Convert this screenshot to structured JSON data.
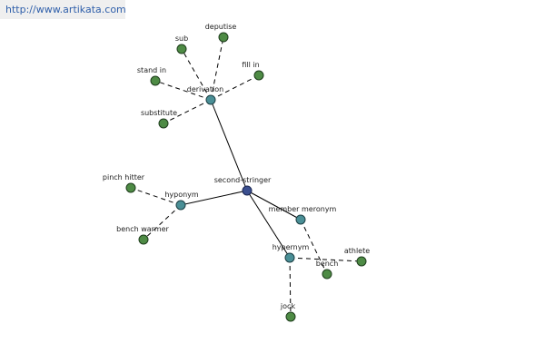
{
  "banner": {
    "url": "http://www.artikata.com"
  },
  "colors": {
    "leaf": "#4e8b45",
    "relation": "#4a8f96",
    "root": "#3b4f8f",
    "edge": "#000000",
    "banner_bg": "#efefef",
    "banner_text": "#2f5faa"
  },
  "graph": {
    "nodes": [
      {
        "id": "second_stringer",
        "label": "second-stringer",
        "kind": "root"
      },
      {
        "id": "derivation",
        "label": "derivation",
        "kind": "relation"
      },
      {
        "id": "hyponym",
        "label": "hyponym",
        "kind": "relation"
      },
      {
        "id": "member_meronym",
        "label": "member meronym",
        "kind": "relation"
      },
      {
        "id": "hypernym",
        "label": "hypernym",
        "kind": "relation"
      },
      {
        "id": "sub",
        "label": "sub",
        "kind": "leaf"
      },
      {
        "id": "deputise",
        "label": "deputise",
        "kind": "leaf"
      },
      {
        "id": "stand_in",
        "label": "stand in",
        "kind": "leaf"
      },
      {
        "id": "fill_in",
        "label": "fill in",
        "kind": "leaf"
      },
      {
        "id": "substitute",
        "label": "substitute",
        "kind": "leaf"
      },
      {
        "id": "pinch_hitter",
        "label": "pinch hitter",
        "kind": "leaf"
      },
      {
        "id": "bench_warmer",
        "label": "bench warmer",
        "kind": "leaf"
      },
      {
        "id": "bench",
        "label": "bench",
        "kind": "leaf"
      },
      {
        "id": "athlete",
        "label": "athlete",
        "kind": "leaf"
      },
      {
        "id": "jock",
        "label": "jock",
        "kind": "leaf"
      }
    ],
    "edges": [
      {
        "from": "second_stringer",
        "to": "derivation",
        "style": "solid"
      },
      {
        "from": "second_stringer",
        "to": "hyponym",
        "style": "solid"
      },
      {
        "from": "second_stringer",
        "to": "member_meronym",
        "style": "solid"
      },
      {
        "from": "second_stringer",
        "to": "hypernym",
        "style": "solid"
      },
      {
        "from": "derivation",
        "to": "sub",
        "style": "dashed"
      },
      {
        "from": "derivation",
        "to": "deputise",
        "style": "dashed"
      },
      {
        "from": "derivation",
        "to": "stand_in",
        "style": "dashed"
      },
      {
        "from": "derivation",
        "to": "fill_in",
        "style": "dashed"
      },
      {
        "from": "derivation",
        "to": "substitute",
        "style": "dashed"
      },
      {
        "from": "hyponym",
        "to": "pinch_hitter",
        "style": "dashed"
      },
      {
        "from": "hyponym",
        "to": "bench_warmer",
        "style": "dashed"
      },
      {
        "from": "member_meronym",
        "to": "bench",
        "style": "dashed"
      },
      {
        "from": "hypernym",
        "to": "athlete",
        "style": "dashed"
      },
      {
        "from": "hypernym",
        "to": "jock",
        "style": "dashed"
      }
    ]
  }
}
